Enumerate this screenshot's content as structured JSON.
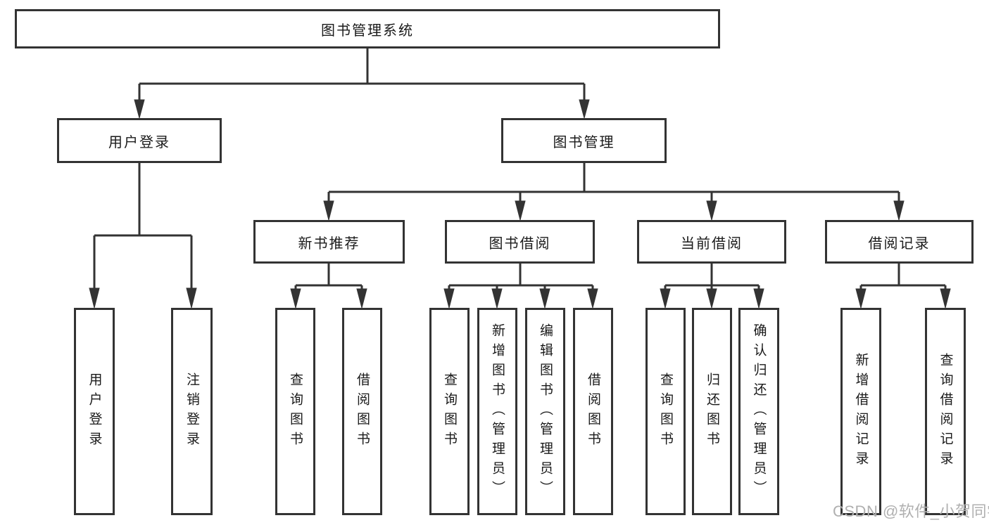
{
  "nodes": {
    "root": "图书管理系统",
    "user_login": "用户登录",
    "book_mgmt": "图书管理",
    "new_book": "新书推荐",
    "book_borrow": "图书借阅",
    "current_borrow": "当前借阅",
    "borrow_record": "借阅记录",
    "leaf_user_login": "用户登录",
    "leaf_logout": "注销登录",
    "leaf_nb_query": "查询图书",
    "leaf_nb_borrow": "借阅图书",
    "leaf_bb_query": "查询图书",
    "leaf_bb_add": "新增图书（管理员）",
    "leaf_bb_edit": "编辑图书（管理员）",
    "leaf_bb_borrow": "借阅图书",
    "leaf_cb_query": "查询图书",
    "leaf_cb_return": "归还图书",
    "leaf_cb_confirm": "确认归还（管理员）",
    "leaf_br_add": "新增借阅记录",
    "leaf_br_query": "查询借阅记录"
  },
  "watermark": "CSDN @软件_小贺同学",
  "colors": {
    "line": "#333333",
    "text": "#1a1a1a",
    "watermark": "#b0b0b0"
  }
}
